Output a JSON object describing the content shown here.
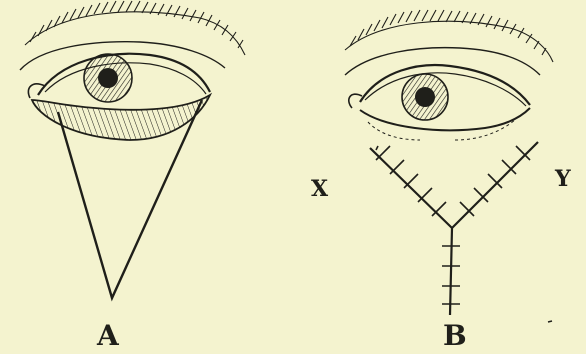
{
  "figure": {
    "left_label": "A",
    "right_label": "B",
    "side_label_left": "X",
    "side_label_right": "Y"
  },
  "colors": {
    "background": "#f4f3cf",
    "ink": "#1f1f1a"
  }
}
